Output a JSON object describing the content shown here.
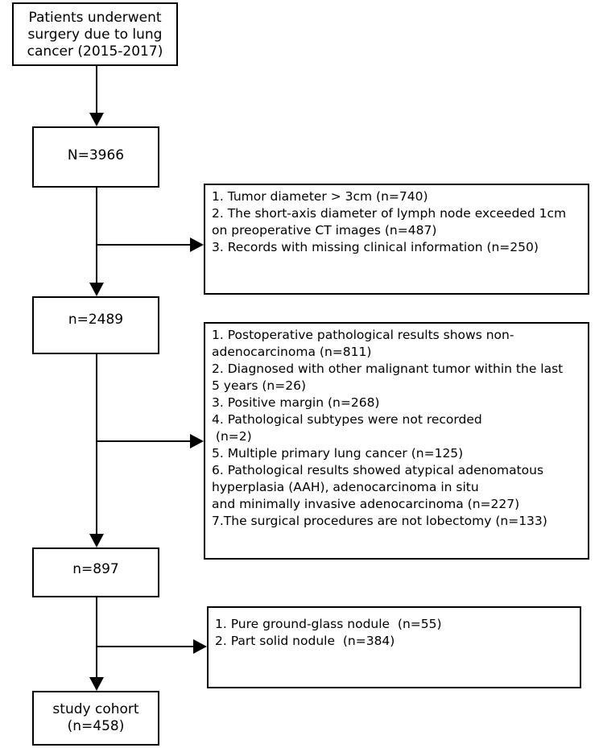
{
  "start": {
    "lines": [
      "Patients underwent",
      "surgery due to lung",
      "cancer (2015-2017)"
    ]
  },
  "n1": {
    "label": "N=3966"
  },
  "n2": {
    "label": "n=2489"
  },
  "n3": {
    "label": "n=897"
  },
  "final": {
    "lines": [
      "study cohort",
      "(n=458)"
    ]
  },
  "exclusion1": {
    "lines": [
      "1. Tumor diameter > 3cm (n=740)",
      "2. The short-axis diameter of lymph node exceeded 1cm",
      "on preoperative CT images (n=487)",
      "3. Records with missing clinical information (n=250)"
    ]
  },
  "exclusion2": {
    "lines": [
      "1. Postoperative pathological results shows non-",
      "adenocarcinoma (n=811)",
      "2. Diagnosed with other malignant tumor within the last",
      "5 years (n=26)",
      "3. Positive margin (n=268)",
      "4. Pathological subtypes were not recorded",
      " (n=2)",
      "5. Multiple primary lung cancer (n=125)",
      "6. Pathological results showed atypical adenomatous",
      "hyperplasia (AAH), adenocarcinoma in situ",
      "and minimally invasive adenocarcinoma (n=227)",
      "7.The surgical procedures are not lobectomy (n=133)"
    ]
  },
  "exclusion3": {
    "lines": [
      "1. Pure ground-glass nodule  (n=55)",
      "2. Part solid nodule  (n=384)"
    ]
  }
}
